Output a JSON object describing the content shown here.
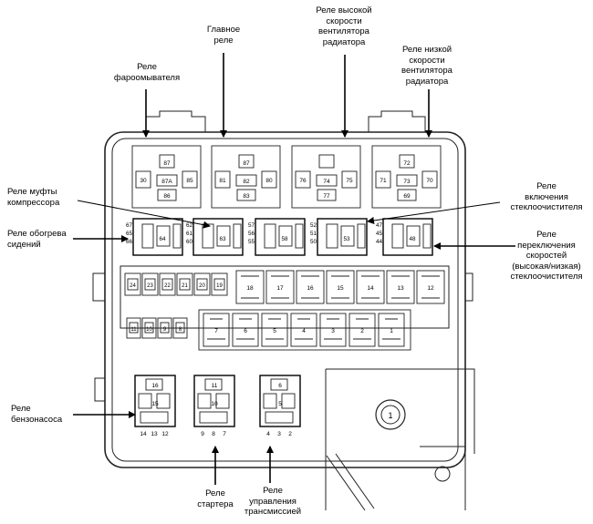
{
  "labels": {
    "headlamp_washer_relay": "Реле\nфароомывателя",
    "main_relay": "Главное\nреле",
    "fan_high_relay": "Реле высокой\nскорости\nвентилятора\nрадиатора",
    "fan_low_relay": "Реле низкой\nскорости\nвентилятора\nрадиатора",
    "ac_clutch_relay": "Реле муфты\nкомпрессора",
    "seat_heater_relay": "Реле обогрева\nсидений",
    "wiper_on_relay": "Реле\nвключения\nстеклоочистителя",
    "wiper_speed_relay": "Реле\nпереключения\nскоростей\n(высокая/низкая)\nстеклоочистителя",
    "fuel_pump_relay": "Реле\nбензонасоса",
    "starter_relay": "Реле\nстартера",
    "transmission_relay": "Реле\nуправления\nтрансмиссией"
  },
  "top_relays": [
    {
      "center": "87",
      "left": "30",
      "right": "85",
      "mid": "87A",
      "bottom": "86"
    },
    {
      "center": "87",
      "left": "81",
      "right": "80",
      "mid": "82",
      "bottom": "83"
    },
    {
      "center": "",
      "left": "76",
      "right": "75",
      "mid": "74",
      "bottom": "77"
    },
    {
      "center": "72",
      "left": "71",
      "right": "70",
      "mid": "73",
      "bottom": "69"
    }
  ],
  "middle_relays": [
    {
      "pins": [
        "67",
        "65",
        "66"
      ],
      "center": "64"
    },
    {
      "pins": [
        "62",
        "61",
        "60"
      ],
      "center": "63"
    },
    {
      "pins": [
        "57",
        "56",
        "55"
      ],
      "center": "58"
    },
    {
      "pins": [
        "52",
        "51",
        "50"
      ],
      "center": "53"
    },
    {
      "pins": [
        "47",
        "45",
        "44"
      ],
      "center": "48"
    }
  ],
  "fuse_row1_small": [
    "24",
    "23",
    "22",
    "21",
    "20",
    "19"
  ],
  "fuse_row1_large": [
    "18",
    "17",
    "16",
    "15",
    "14",
    "13",
    "12"
  ],
  "fuse_row2_small": [
    "11",
    "10",
    "9",
    "8"
  ],
  "fuse_row2_large": [
    "7",
    "6",
    "5",
    "4",
    "3",
    "2",
    "1"
  ],
  "bottom_relays": [
    {
      "top": "16",
      "center": "15",
      "pins": [
        "14",
        "13",
        "12"
      ]
    },
    {
      "top": "11",
      "center": "10",
      "pins": [
        "9",
        "8",
        "7"
      ]
    },
    {
      "top": "6",
      "center": "5",
      "pins": [
        "4",
        "3",
        "2"
      ]
    }
  ],
  "round_marker": "1"
}
